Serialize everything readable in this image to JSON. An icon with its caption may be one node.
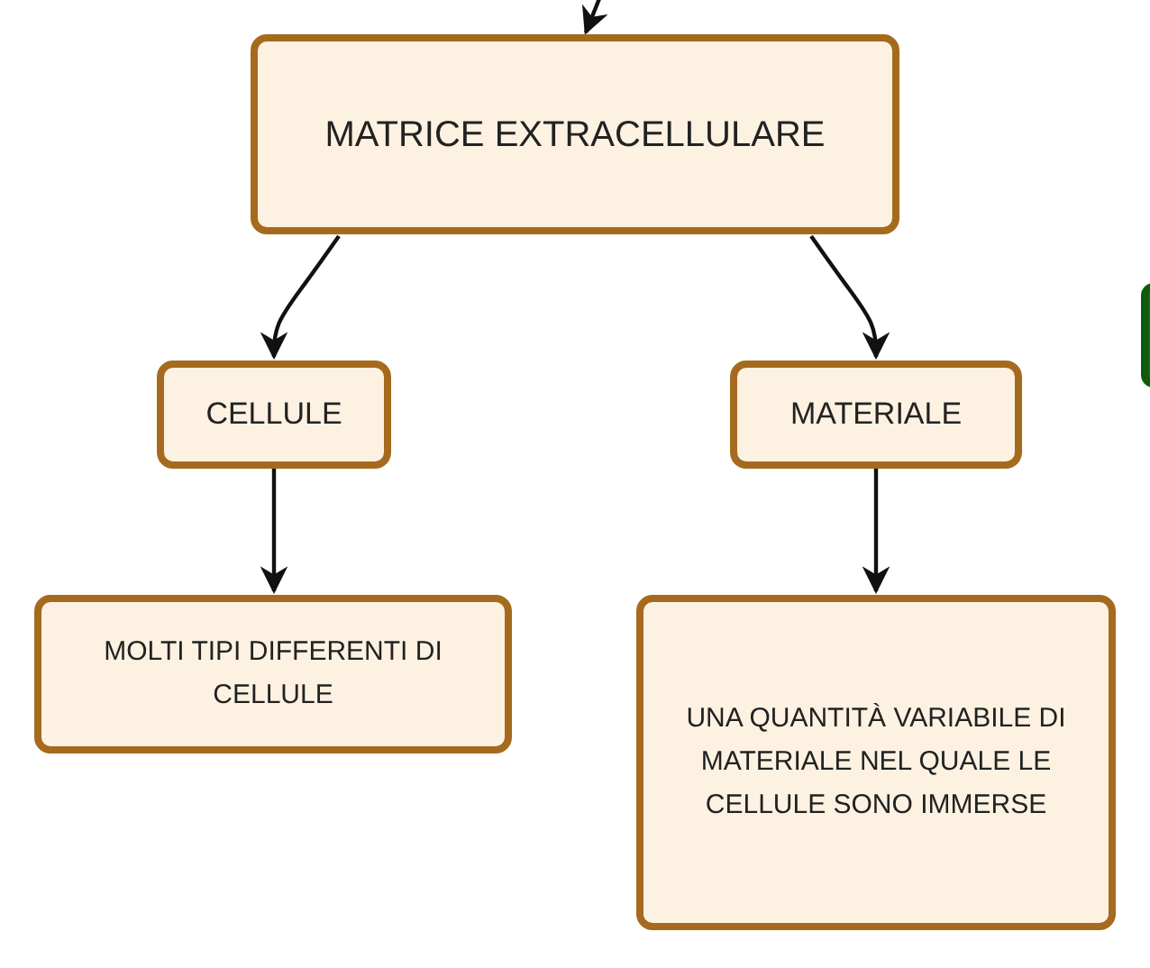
{
  "diagram": {
    "nodes": [
      {
        "text": [
          "MATRICE EXTRACELLULARE"
        ]
      },
      {
        "text": [
          "CELLULE"
        ]
      },
      {
        "text": [
          "MATERIALE"
        ]
      },
      {
        "text": [
          "MOLTI TIPI DIFFERENTI DI CELLULE"
        ]
      },
      {
        "text": [
          "UNA QUANTITÀ VARIABILE DI MATERIALE NEL QUALE LE CELLULE SONO IMMERSE"
        ]
      },
      {
        "text": [],
        "shape": "box"
      }
    ],
    "edges": [
      {
        "from": null,
        "to": 0,
        "arrow": "to"
      },
      {
        "from": 0,
        "to": 1,
        "arrow": "to"
      },
      {
        "from": 0,
        "to": 2,
        "arrow": "to"
      },
      {
        "from": 1,
        "to": 3,
        "arrow": "to"
      },
      {
        "from": 2,
        "to": 4,
        "arrow": "to"
      }
    ]
  }
}
